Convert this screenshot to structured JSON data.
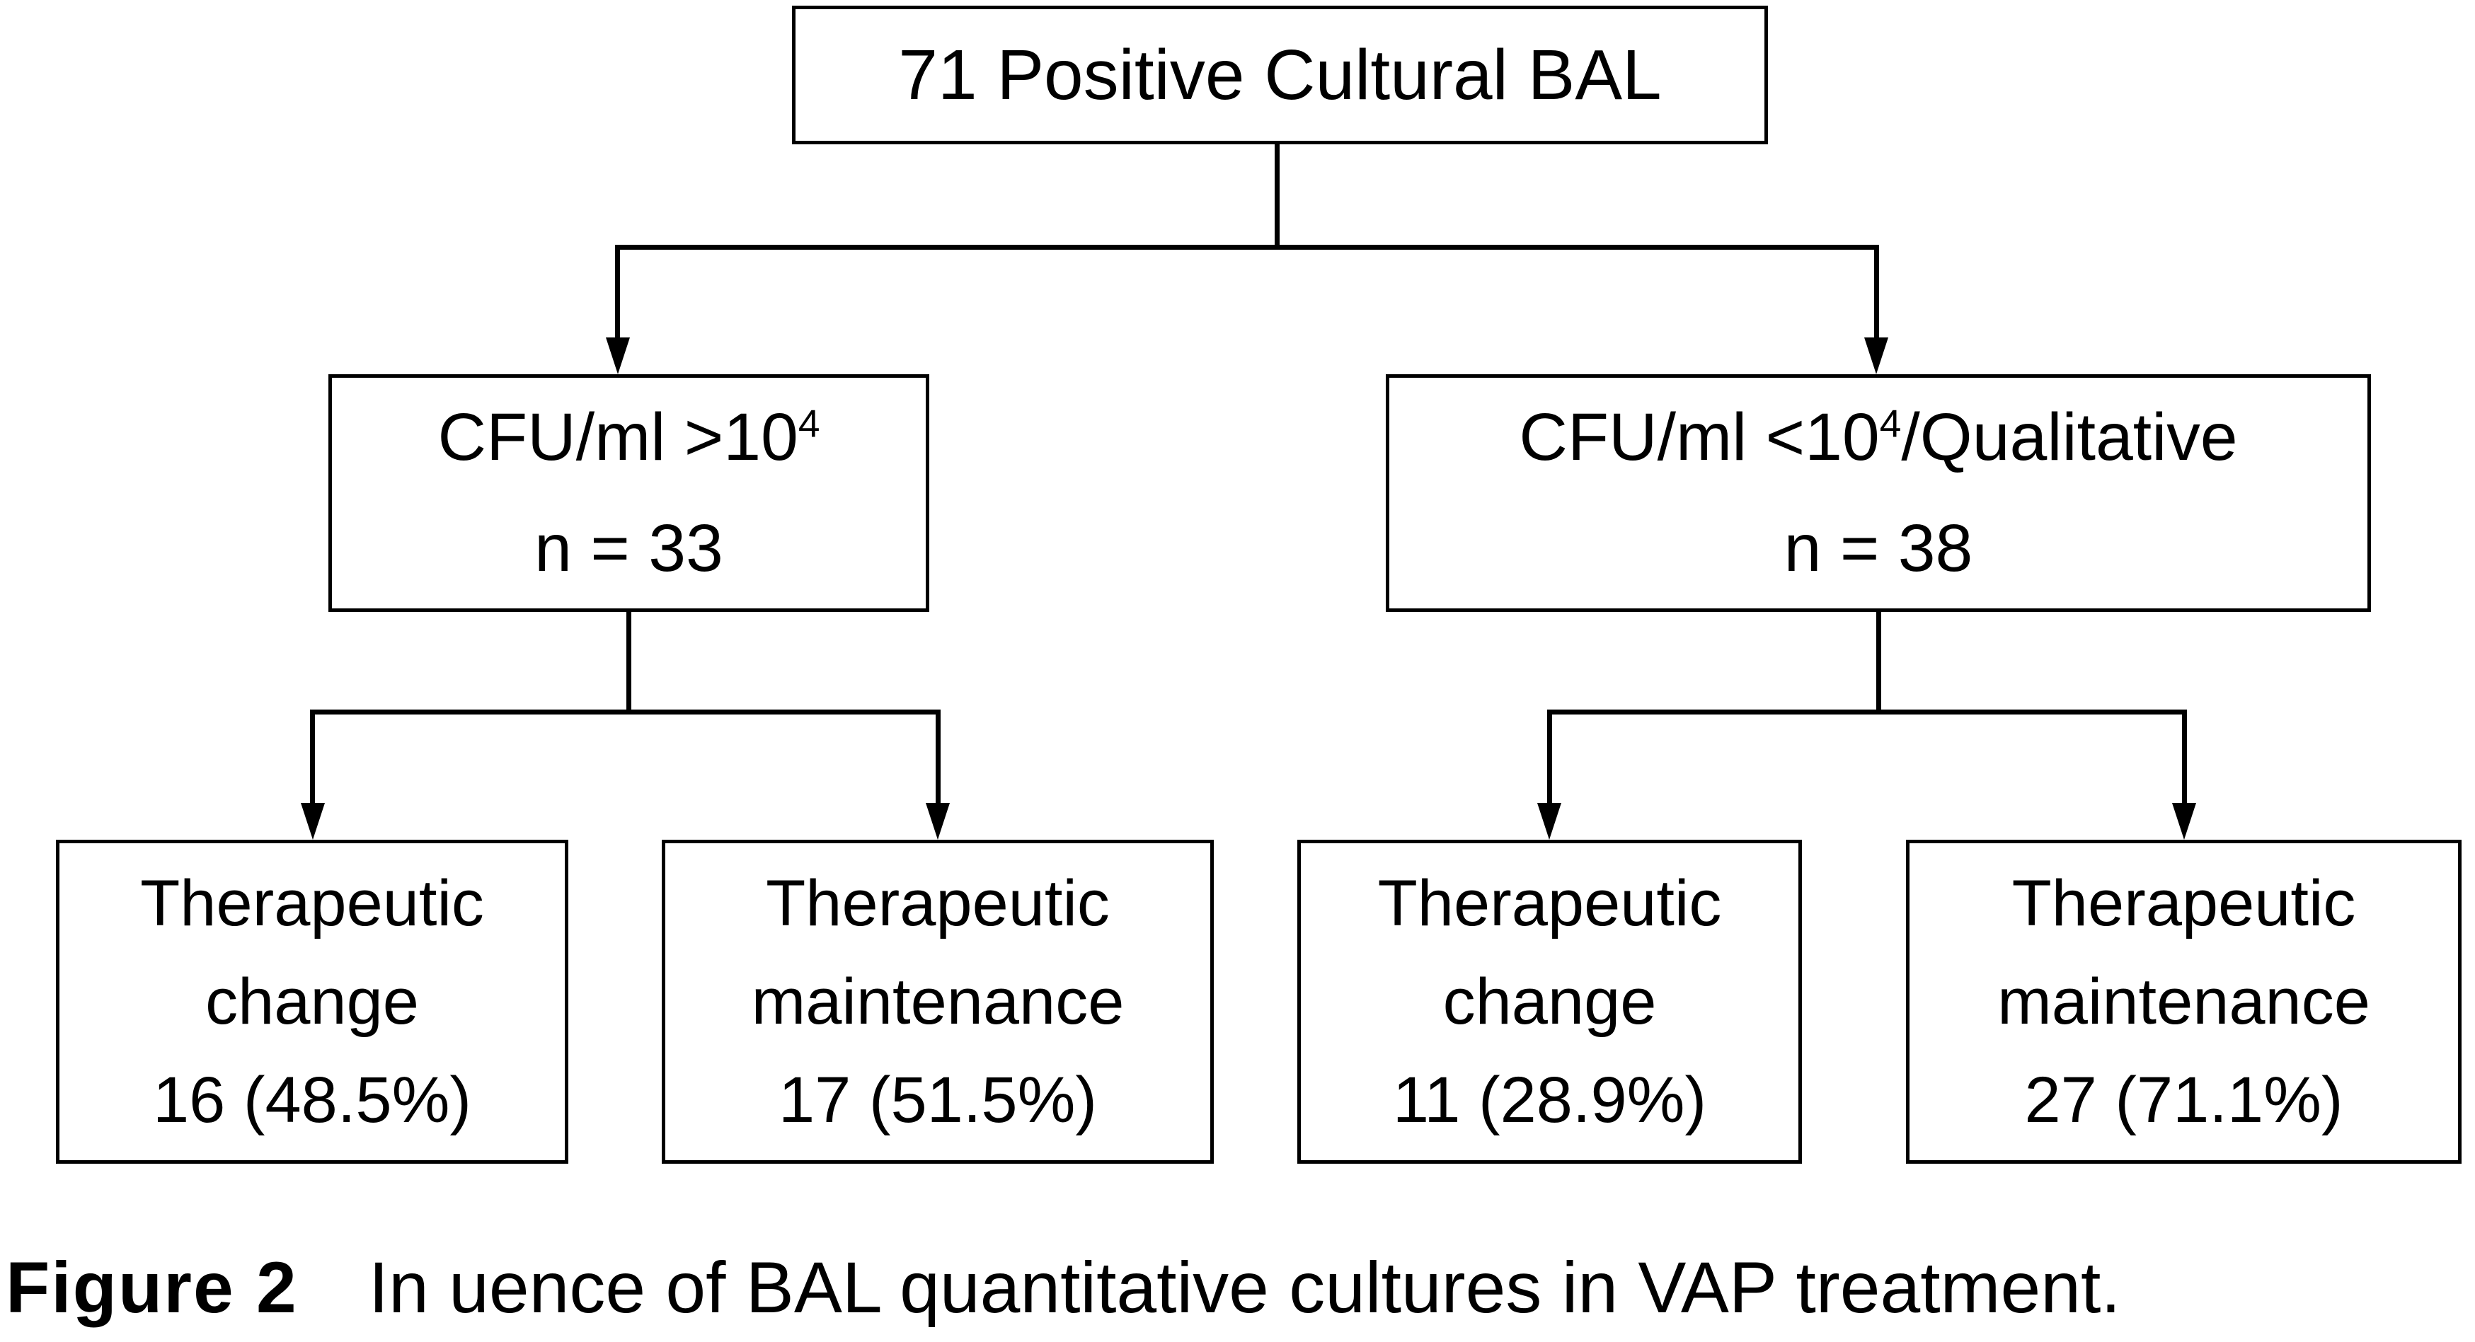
{
  "figure": {
    "nodes": {
      "root": {
        "label": "71 Positive Cultural BAL"
      },
      "high_cfu": {
        "label_prefix": "CFU/ml >10",
        "label_sup": "4",
        "label_suffix": "",
        "count": "n = 33"
      },
      "low_cfu": {
        "label_prefix": "CFU/ml <10",
        "label_sup": "4",
        "label_suffix": "/Qualitative",
        "count": "n = 38"
      },
      "high_change": {
        "line1": "Therapeutic",
        "line2": "change",
        "value": "16 (48.5%)"
      },
      "high_maintenance": {
        "line1": "Therapeutic",
        "line2": "maintenance",
        "value": "17 (51.5%)"
      },
      "low_change": {
        "line1": "Therapeutic",
        "line2": "change",
        "value": "11 (28.9%)"
      },
      "low_maintenance": {
        "line1": "Therapeutic",
        "line2": "maintenance",
        "value": "27 (71.1%)"
      }
    },
    "caption": {
      "label": "Figure 2",
      "text": "In uence of BAL quantitative cultures in VAP treatment."
    },
    "colors": {
      "ink": "#000000",
      "background": "#ffffff"
    }
  }
}
